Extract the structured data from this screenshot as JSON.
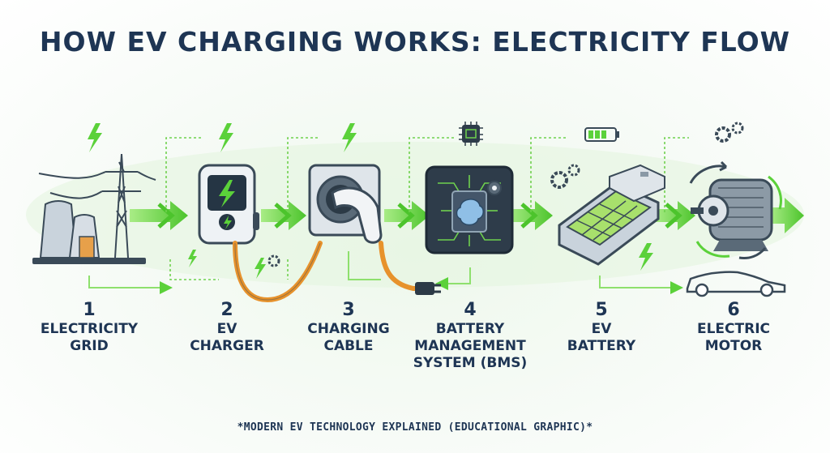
{
  "title": "HOW EV CHARGING WORKS: ELECTRICITY FLOW",
  "steps": [
    {
      "number": "1",
      "label": "ELECTRICITY\nGRID"
    },
    {
      "number": "2",
      "label": "EV\nCHARGER"
    },
    {
      "number": "3",
      "label": "CHARGING\nCABLE"
    },
    {
      "number": "4",
      "label": "BATTERY\nMANAGEMENT\nSYSTEM (BMS)"
    },
    {
      "number": "5",
      "label": "EV\nBATTERY"
    },
    {
      "number": "6",
      "label": "ELECTRIC\nMOTOR"
    }
  ],
  "footnote": "*MODERN EV TECHNOLOGY EXPLAINED (EDUCATIONAL GRAPHIC)*",
  "colors": {
    "title": "#1e3554",
    "flow_arrow": "#5bd13a",
    "cable": "#e7922c",
    "accent_dark": "#3a4a58"
  },
  "icons": [
    "power-grid-icon",
    "ev-charger-icon",
    "charging-plug-icon",
    "bms-chip-icon",
    "battery-pack-icon",
    "electric-motor-icon",
    "car-icon",
    "lightning-icon",
    "gear-icon"
  ]
}
